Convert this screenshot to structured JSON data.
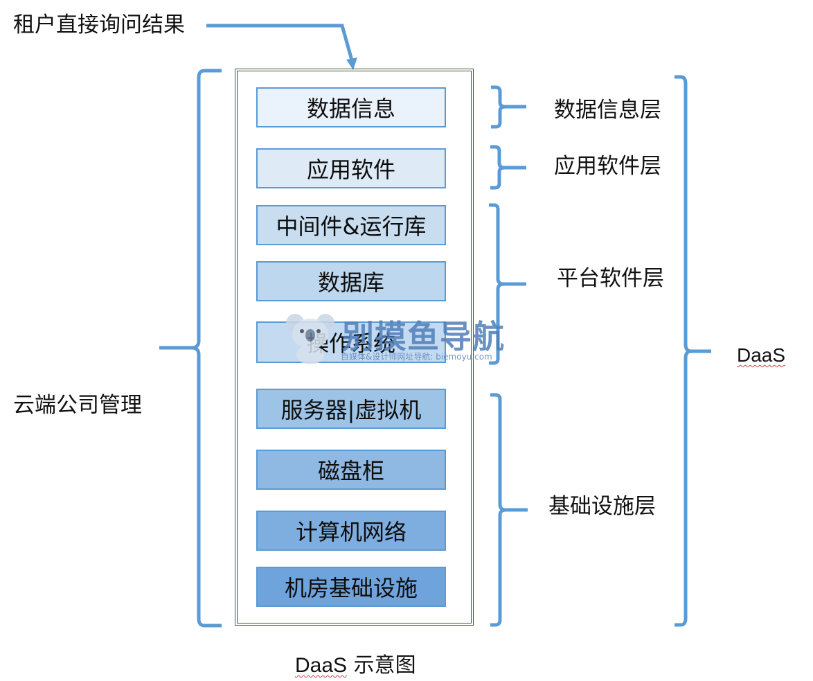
{
  "top_note": "租户直接询问结果",
  "left_label": "云端公司管理",
  "caption": {
    "prefix": "DaaS",
    "suffix": " 示意图"
  },
  "stack_layers": [
    {
      "label": "数据信息",
      "fill": "#eaf2fb"
    },
    {
      "label": "应用软件",
      "fill": "#deebf7"
    },
    {
      "label": "中间件&运行库",
      "fill": "#c9ddf1"
    },
    {
      "label": "数据库",
      "fill": "#bdd7ee"
    },
    {
      "label": "操作系统",
      "fill": "#c4daf0"
    },
    {
      "label": "服务器|虚拟机",
      "fill": "#9dc3e6"
    },
    {
      "label": "磁盘柜",
      "fill": "#8fb9e3"
    },
    {
      "label": "计算机网络",
      "fill": "#7eaee0"
    },
    {
      "label": "机房基础设施",
      "fill": "#6fa3db"
    }
  ],
  "right_groups": [
    {
      "label": "数据信息层"
    },
    {
      "label": "应用软件层"
    },
    {
      "label": "平台软件层"
    },
    {
      "label": "基础设施层"
    }
  ],
  "overall_label": "DaaS",
  "watermark": {
    "title": "别摸鱼导航",
    "subtitle": "自媒体&设计师网址导航: biemoyu.com"
  },
  "colors": {
    "bracket": "#5b9bd5",
    "frame": "#3b5a2e"
  }
}
